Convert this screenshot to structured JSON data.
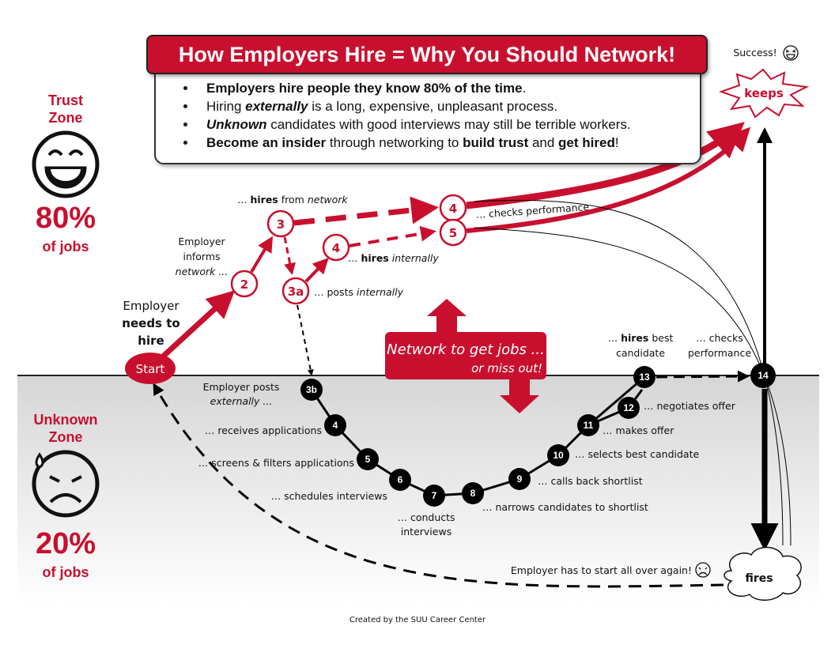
{
  "title": "How Employers Hire = Why You Should Network!",
  "bullets": [
    {
      "a": "Employers hire people they know 80% of the time",
      "b": "."
    },
    {
      "a": "Hiring ",
      "b": "externally",
      "c": " is a long, expensive, unpleasant process."
    },
    {
      "a": "Unknown",
      "b": " candidates with good interviews may still be terrible workers."
    },
    {
      "a": "Become an insider",
      "b": " through networking to ",
      "c": "build trust",
      "d": " and ",
      "e": "get hired",
      "f": "!"
    }
  ],
  "trust_zone": {
    "line1": "Trust",
    "line2": "Zone",
    "percent": "80%",
    "sub": "of jobs"
  },
  "unknown_zone": {
    "line1": "Unknown",
    "line2": "Zone",
    "percent": "20%",
    "sub": "of jobs"
  },
  "start": {
    "label": "Start",
    "line1": "Employer",
    "line2": "needs to",
    "line3": "hire"
  },
  "network_path": {
    "informs1": "Employer",
    "informs2": "informs",
    "informs3": "network ...",
    "hires_from": "hires",
    "from_network": "from",
    "network_word": "network",
    "posts_internally_a": "… posts ",
    "posts_internally_b": "internally",
    "hires_internally_a": "hires",
    "hires_internally_b": "internally",
    "checks_performance": "… checks performance",
    "nodes": {
      "n2": "2",
      "n3": "3",
      "n3a": "3a",
      "n4a": "4",
      "n4": "4",
      "n5": "5"
    }
  },
  "external_path": {
    "posts_ext1": "Employer posts",
    "posts_ext2": "externally ...",
    "steps": [
      "… receives applications",
      "… screens & filters applications",
      "… schedules interviews",
      "… conducts",
      "interviews",
      "… narrows candidates to shortlist",
      "… calls back shortlist",
      "… selects best candidate",
      "… makes offer",
      "… negotiates offer"
    ],
    "hires_best_a": "hires",
    "hires_best_b": "best",
    "hires_best_c": "candidate",
    "checks1": "… checks",
    "checks2": "performance",
    "nodes": [
      "3b",
      "4",
      "5",
      "6",
      "7",
      "8",
      "9",
      "10",
      "11",
      "12",
      "13",
      "14"
    ]
  },
  "callout": {
    "line1": "Network to get jobs ...",
    "line2": "or miss out!"
  },
  "success": "Success!",
  "keeps": "keeps",
  "fires": "fires",
  "start_over": "Employer has to start all over again!",
  "credit": "Created by the SUU Career Center",
  "colors": {
    "red": "#c8102e",
    "black": "#000000"
  }
}
